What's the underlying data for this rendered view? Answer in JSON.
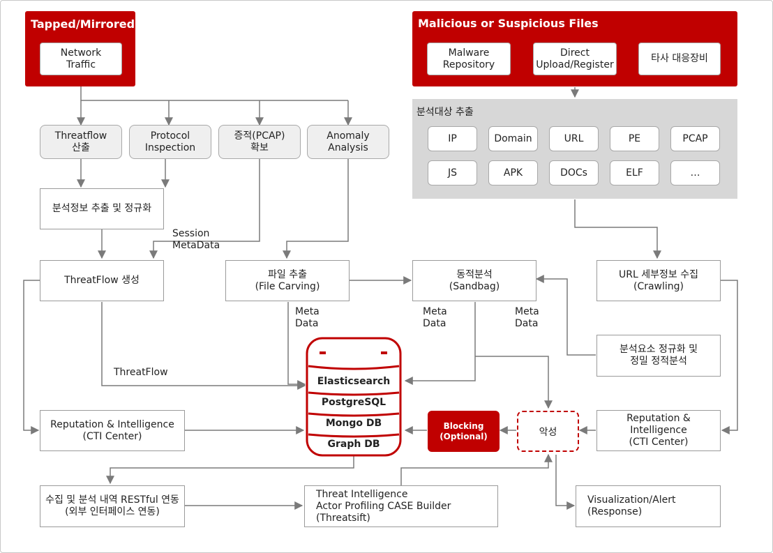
{
  "tapped_panel": {
    "title": "Tapped/Mirrored",
    "network_traffic": "Network\nTraffic"
  },
  "files_panel": {
    "title": "Malicious or Suspicious Files",
    "items": [
      "Malware\nRepository",
      "Direct\nUpload/Register",
      "타사 대응장비"
    ]
  },
  "targets_panel": {
    "title": "분석대상 추출",
    "items": [
      "IP",
      "Domain",
      "URL",
      "PE",
      "PCAP",
      "JS",
      "APK",
      "DOCs",
      "ELF",
      "…"
    ]
  },
  "analysis_steps": [
    "Threatflow\n산출",
    "Protocol\nInspection",
    "증적(PCAP)\n확보",
    "Anomaly\nAnalysis"
  ],
  "nodes": {
    "normalize": "분석정보 추출 및 정규화",
    "threatflow_gen": "ThreatFlow 생성",
    "file_carving": "파일 추출\n(File Carving)",
    "sandbox": "동적분석\n(Sandbag)",
    "url_crawl": "URL 세부정보 수집\n(Crawling)",
    "static_analysis": "분석요소 정규화 및\n정밀 정적분석",
    "cti_left": "Reputation & Intelligence\n(CTI Center)",
    "cti_right": "Reputation & Intelligence\n(CTI Center)",
    "blocking": "Blocking\n(Optional)",
    "malicious": "악성",
    "restful": "수집 및 분석 내역 RESTful 연동\n(외부 인터페이스 연동)",
    "threatsift": "Threat Intelligence\nActor Profiling CASE Builder\n(Threatsift)",
    "visualization": "Visualization/Alert\n(Response)"
  },
  "labels": {
    "session_metadata": "Session\nMetaData",
    "meta_data_1": "Meta\nData",
    "meta_data_2": "Meta\nData",
    "meta_data_3": "Meta\nData",
    "threatflow": "ThreatFlow"
  },
  "database": {
    "stores": [
      "Elasticsearch",
      "PostgreSQL",
      "Mongo DB",
      "Graph DB"
    ]
  },
  "colors": {
    "accent_red": "#c00000",
    "panel_gray": "#d7d7d7",
    "line_gray": "#7a7a7a"
  }
}
